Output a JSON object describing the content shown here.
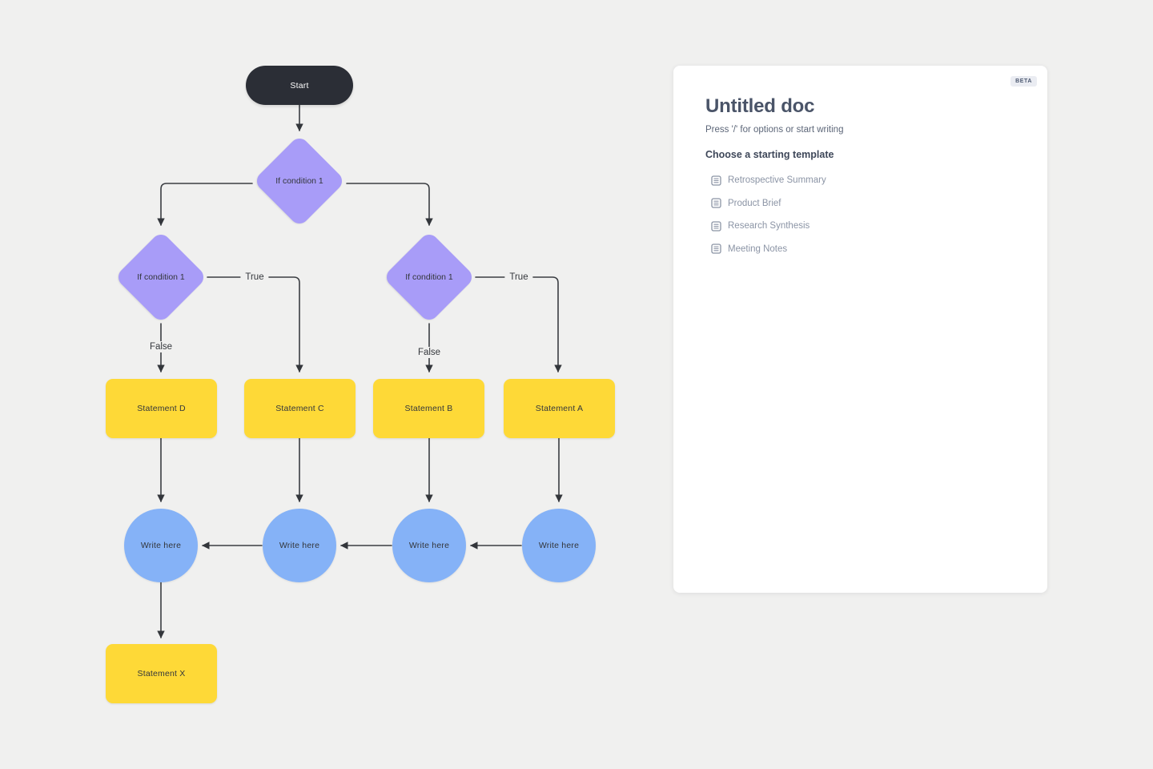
{
  "canvas": {
    "background_color": "#F0F0EF",
    "line_color": "#3A3D42"
  },
  "flowchart": {
    "start": {
      "label": "Start",
      "color": "#2B2E36"
    },
    "decisions": [
      {
        "label": "If condition 1"
      },
      {
        "label": "If condition 1"
      },
      {
        "label": "If condition 1"
      }
    ],
    "decision_color": "#A89CF8",
    "branches": {
      "true_left": "True",
      "true_right": "True",
      "false_left": "False",
      "false_right": "False"
    },
    "statements": [
      {
        "label": "Statement D"
      },
      {
        "label": "Statement C"
      },
      {
        "label": "Statement B"
      },
      {
        "label": "Statement A"
      }
    ],
    "final_statement": {
      "label": "Statement X"
    },
    "statement_color": "#FED937",
    "write_nodes": [
      {
        "label": "Write here"
      },
      {
        "label": "Write here"
      },
      {
        "label": "Write here"
      },
      {
        "label": "Write here"
      }
    ],
    "write_node_color": "#85B2F7"
  },
  "doc_panel": {
    "beta_badge": "BETA",
    "title": "Untitled doc",
    "hint": "Press '/' for options or start writing",
    "templates_heading": "Choose a starting template",
    "templates": [
      {
        "icon": "doc-icon",
        "label": "Retrospective Summary"
      },
      {
        "icon": "doc-icon",
        "label": "Product Brief"
      },
      {
        "icon": "doc-icon",
        "label": "Research Synthesis"
      },
      {
        "icon": "doc-icon",
        "label": "Meeting Notes"
      }
    ]
  }
}
